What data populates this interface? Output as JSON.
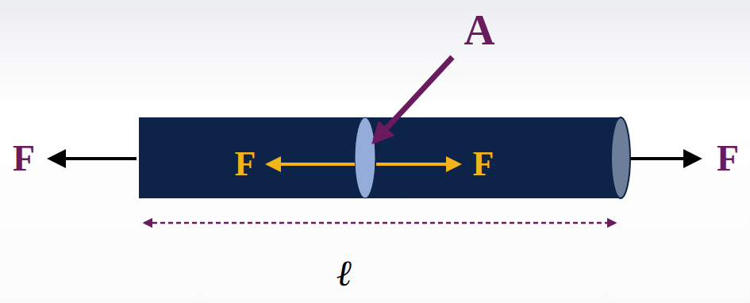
{
  "diagram": {
    "labels": [
      "A",
      "F",
      "F",
      "F",
      "F",
      "ℓ"
    ]
  }
}
